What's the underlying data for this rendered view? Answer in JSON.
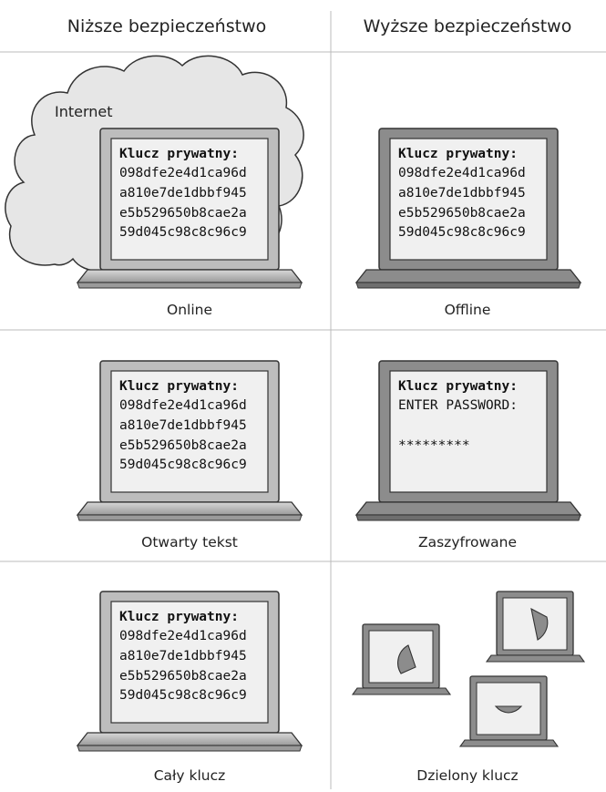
{
  "headers": {
    "lower": "Niższe bezpieczeństwo",
    "higher": "Wyższe bezpieczeństwo"
  },
  "cloud_label": "Internet",
  "screens": {
    "key_title": "Klucz prywatny:",
    "key_lines": [
      "098dfe2e4d1ca96d",
      "a810e7de1dbbf945",
      "e5b529650b8cae2a",
      "59d045c98c8c96c9"
    ],
    "password_prompt": "ENTER PASSWORD:",
    "password_mask": "*********"
  },
  "captions": {
    "online": "Online",
    "offline": "Offline",
    "plaintext": "Otwarty tekst",
    "encrypted": "Zaszyfrowane",
    "whole_key": "Cały klucz",
    "split_key": "Dzielony klucz"
  },
  "colors": {
    "light_screen_frame": "#bdbdbd",
    "dark_screen_frame": "#8c8c8c",
    "screen_bg": "#f0f0f0",
    "cloud_fill": "#e6e6e6",
    "line": "#333333",
    "divider": "#bbbbbb"
  }
}
